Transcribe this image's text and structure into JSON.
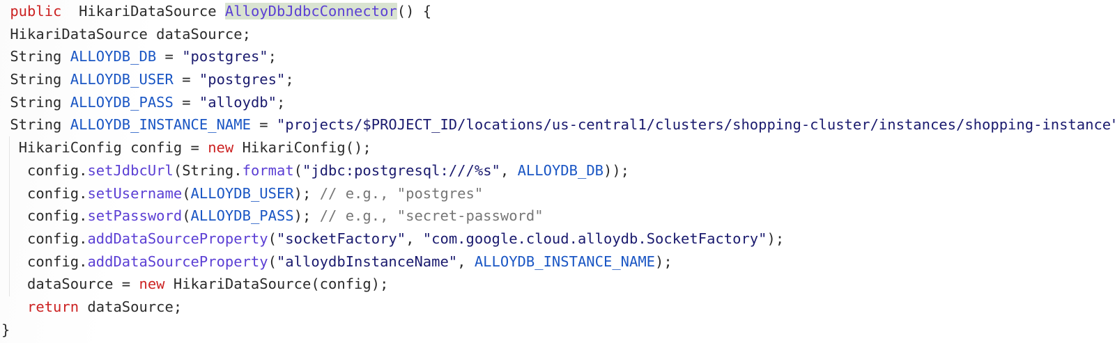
{
  "editor": {
    "language": "java",
    "background_color": "#ffffff",
    "colors": {
      "keyword": "#cc2222",
      "plain": "#2b2b2b",
      "variable": "#1a56c4",
      "method": "#5b3fd4",
      "string": "#1a1a6e",
      "comment": "#767676",
      "declaration_highlight_bg": "#d9e3d1",
      "declaration_highlight_fg": "#5b3fd4"
    },
    "lines": [
      {
        "id": "line-1",
        "indent": " ",
        "tokens": [
          {
            "t": "public",
            "c": "kw"
          },
          {
            "t": "  ",
            "c": "plain"
          },
          {
            "t": "HikariDataSource",
            "c": "type"
          },
          {
            "t": " ",
            "c": "plain"
          },
          {
            "t": "AlloyDbJdbcConnector",
            "c": "decl-hl"
          },
          {
            "t": "() {",
            "c": "punct"
          }
        ]
      },
      {
        "id": "line-2",
        "indent": " ",
        "tokens": [
          {
            "t": "HikariDataSource dataSource;",
            "c": "plain"
          }
        ]
      },
      {
        "id": "line-3",
        "indent": " ",
        "tokens": [
          {
            "t": "String ",
            "c": "plain"
          },
          {
            "t": "ALLOYDB_DB",
            "c": "var"
          },
          {
            "t": " = ",
            "c": "plain"
          },
          {
            "t": "\"postgres\"",
            "c": "str"
          },
          {
            "t": ";",
            "c": "punct"
          }
        ]
      },
      {
        "id": "line-4",
        "indent": " ",
        "tokens": [
          {
            "t": "String ",
            "c": "plain"
          },
          {
            "t": "ALLOYDB_USER",
            "c": "var"
          },
          {
            "t": " = ",
            "c": "plain"
          },
          {
            "t": "\"postgres\"",
            "c": "str"
          },
          {
            "t": ";",
            "c": "punct"
          }
        ]
      },
      {
        "id": "line-5",
        "indent": " ",
        "tokens": [
          {
            "t": "String ",
            "c": "plain"
          },
          {
            "t": "ALLOYDB_PASS",
            "c": "var"
          },
          {
            "t": " = ",
            "c": "plain"
          },
          {
            "t": "\"alloydb\"",
            "c": "str"
          },
          {
            "t": ";",
            "c": "punct"
          }
        ]
      },
      {
        "id": "line-6",
        "indent": " ",
        "tokens": [
          {
            "t": "String ",
            "c": "plain"
          },
          {
            "t": "ALLOYDB_INSTANCE_NAME",
            "c": "var"
          },
          {
            "t": " = ",
            "c": "plain"
          },
          {
            "t": "\"projects/$PROJECT_ID/locations/us-central1/clusters/shopping-cluster/instances/shopping-instance\"",
            "c": "str"
          },
          {
            "t": ";",
            "c": "punct"
          }
        ]
      },
      {
        "id": "line-7",
        "indent": "  ",
        "tokens": [
          {
            "t": "HikariConfig config = ",
            "c": "plain"
          },
          {
            "t": "new",
            "c": "kw"
          },
          {
            "t": " HikariConfig();",
            "c": "plain"
          }
        ]
      },
      {
        "id": "line-8",
        "indent": "   ",
        "tokens": [
          {
            "t": "config.",
            "c": "plain"
          },
          {
            "t": "setJdbcUrl",
            "c": "method"
          },
          {
            "t": "(String.",
            "c": "plain"
          },
          {
            "t": "format",
            "c": "method"
          },
          {
            "t": "(",
            "c": "punct"
          },
          {
            "t": "\"jdbc:postgresql:///%s\"",
            "c": "str"
          },
          {
            "t": ", ",
            "c": "punct"
          },
          {
            "t": "ALLOYDB_DB",
            "c": "var"
          },
          {
            "t": "));",
            "c": "punct"
          }
        ]
      },
      {
        "id": "line-9",
        "indent": "   ",
        "tokens": [
          {
            "t": "config.",
            "c": "plain"
          },
          {
            "t": "setUsername",
            "c": "method"
          },
          {
            "t": "(",
            "c": "punct"
          },
          {
            "t": "ALLOYDB_USER",
            "c": "var"
          },
          {
            "t": "); ",
            "c": "punct"
          },
          {
            "t": "// e.g., \"postgres\"",
            "c": "comment"
          }
        ]
      },
      {
        "id": "line-10",
        "indent": "   ",
        "tokens": [
          {
            "t": "config.",
            "c": "plain"
          },
          {
            "t": "setPassword",
            "c": "method"
          },
          {
            "t": "(",
            "c": "punct"
          },
          {
            "t": "ALLOYDB_PASS",
            "c": "var"
          },
          {
            "t": "); ",
            "c": "punct"
          },
          {
            "t": "// e.g., \"secret-password\"",
            "c": "comment"
          }
        ]
      },
      {
        "id": "line-11",
        "indent": "   ",
        "tokens": [
          {
            "t": "config.",
            "c": "plain"
          },
          {
            "t": "addDataSourceProperty",
            "c": "method"
          },
          {
            "t": "(",
            "c": "punct"
          },
          {
            "t": "\"socketFactory\"",
            "c": "str"
          },
          {
            "t": ", ",
            "c": "punct"
          },
          {
            "t": "\"com.google.cloud.alloydb.SocketFactory\"",
            "c": "str"
          },
          {
            "t": ");",
            "c": "punct"
          }
        ]
      },
      {
        "id": "line-12",
        "indent": "   ",
        "tokens": [
          {
            "t": "config.",
            "c": "plain"
          },
          {
            "t": "addDataSourceProperty",
            "c": "method"
          },
          {
            "t": "(",
            "c": "punct"
          },
          {
            "t": "\"alloydbInstanceName\"",
            "c": "str"
          },
          {
            "t": ", ",
            "c": "punct"
          },
          {
            "t": "ALLOYDB_INSTANCE_NAME",
            "c": "var"
          },
          {
            "t": ");",
            "c": "punct"
          }
        ]
      },
      {
        "id": "line-13",
        "indent": "   ",
        "tokens": [
          {
            "t": "dataSource = ",
            "c": "plain"
          },
          {
            "t": "new",
            "c": "kw"
          },
          {
            "t": " HikariDataSource(config);",
            "c": "plain"
          }
        ]
      },
      {
        "id": "line-14",
        "indent": "   ",
        "tokens": [
          {
            "t": "return",
            "c": "kw"
          },
          {
            "t": " dataSource;",
            "c": "plain"
          }
        ]
      },
      {
        "id": "line-15",
        "indent": "",
        "tokens": [
          {
            "t": "}",
            "c": "punct"
          }
        ]
      }
    ]
  }
}
